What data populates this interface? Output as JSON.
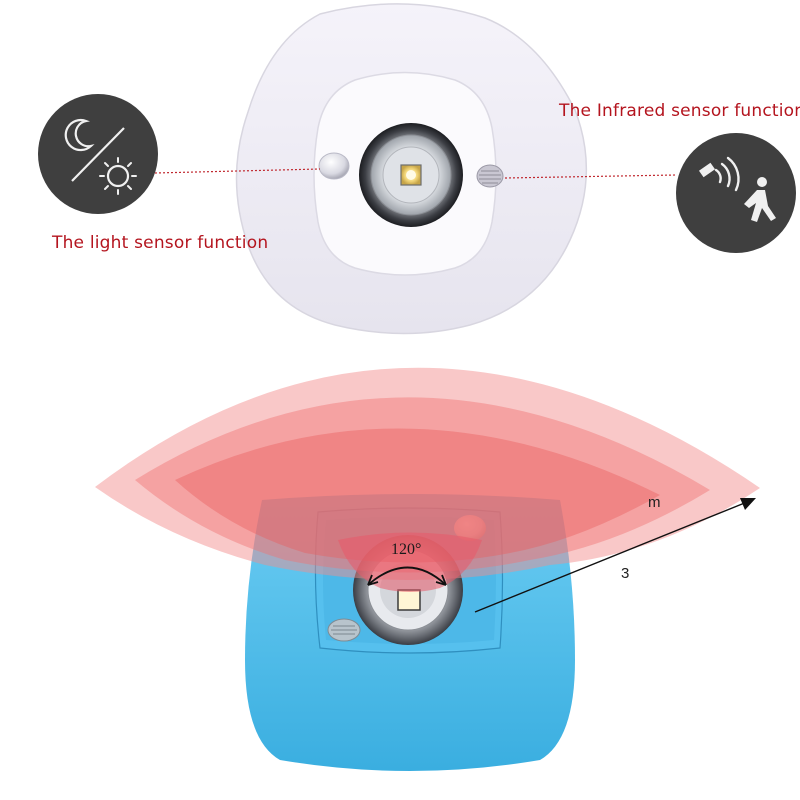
{
  "callouts": {
    "infrared": "The Infrared sensor function",
    "light": "The light sensor function"
  },
  "detection": {
    "angle": "120°",
    "range_number": "3",
    "range_unit": "m"
  },
  "icons": {
    "light_sensor": "moon-sun-icon",
    "infrared_sensor": "motion-person-icon"
  },
  "colors": {
    "callout_text": "#b4141e",
    "icon_circle": "#3e3e3e",
    "device_body_bottom": "#3cb4e6",
    "detection_zone": "#f07878"
  }
}
